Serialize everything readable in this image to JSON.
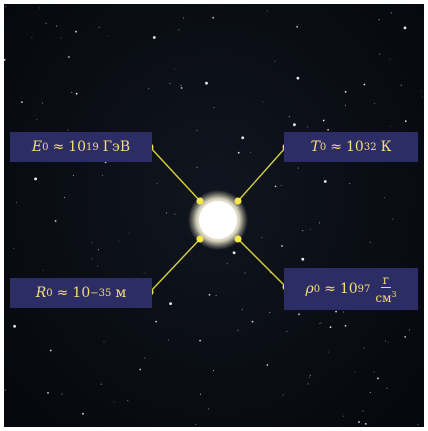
{
  "labels": {
    "energy": {
      "symbol": "E",
      "subscript": "0",
      "approx": "≈",
      "base": "10",
      "exponent": "19",
      "unit": "ГэВ"
    },
    "temperature": {
      "symbol": "T",
      "subscript": "0",
      "approx": "≈",
      "base": "10",
      "exponent": "32",
      "unit": "К"
    },
    "radius": {
      "symbol": "R",
      "subscript": "0",
      "approx": "≈",
      "base": "10",
      "exponent": "−35",
      "unit": "м"
    },
    "density": {
      "symbol": "ρ",
      "subscript": "0",
      "approx": "≈",
      "base": "10",
      "exponent": "97",
      "unit_numerator": "г",
      "unit_denominator": "см",
      "unit_denominator_exponent": "3"
    }
  },
  "colors": {
    "label_background": "#2d2d66",
    "label_text": "#f4de73",
    "connector": "#d8d23a",
    "sky": "#0a0d14",
    "orb": "#ffffff"
  }
}
